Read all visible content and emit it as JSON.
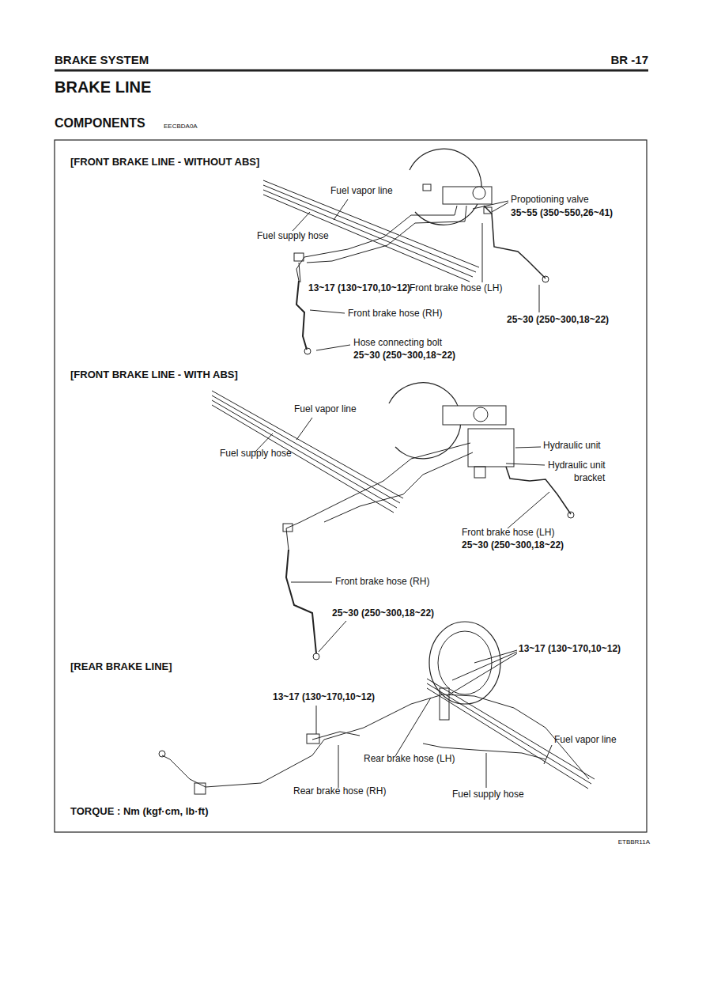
{
  "diagram": {
    "title": "BRAKE LINE",
    "labels": [
      "BRAKE SYSTEM",
      "BR -17",
      "COMPONENTS",
      "EECBDA0A",
      "[FRONT BRAKE LINE - WITHOUT ABS]",
      "Fuel vapor line",
      "Propotioning valve",
      "35~55 (350~550,26~41)",
      "Fuel supply hose",
      "13~17 (130~170,10~12)",
      "Front brake hose (LH)",
      "Front brake hose (RH)",
      "25~30 (250~300,18~22)",
      "Hose connecting bolt",
      "25~30 (250~300,18~22)",
      "[FRONT BRAKE LINE - WITH ABS]",
      "Fuel vapor line",
      "Fuel supply hose",
      "Hydraulic unit",
      "Hydraulic unit",
      "bracket",
      "Front brake hose (LH)",
      "25~30 (250~300,18~22)",
      "Front brake hose (RH)",
      "25~30 (250~300,18~22)",
      "13~17 (130~170,10~12)",
      "[REAR BRAKE LINE]",
      "13~17 (130~170,10~12)",
      "Fuel vapor line",
      "Rear brake hose (LH)",
      "Rear brake hose (RH)",
      "Fuel supply hose",
      "TORQUE : Nm (kgf·cm, lb·ft)",
      "ETBBR11A"
    ]
  }
}
